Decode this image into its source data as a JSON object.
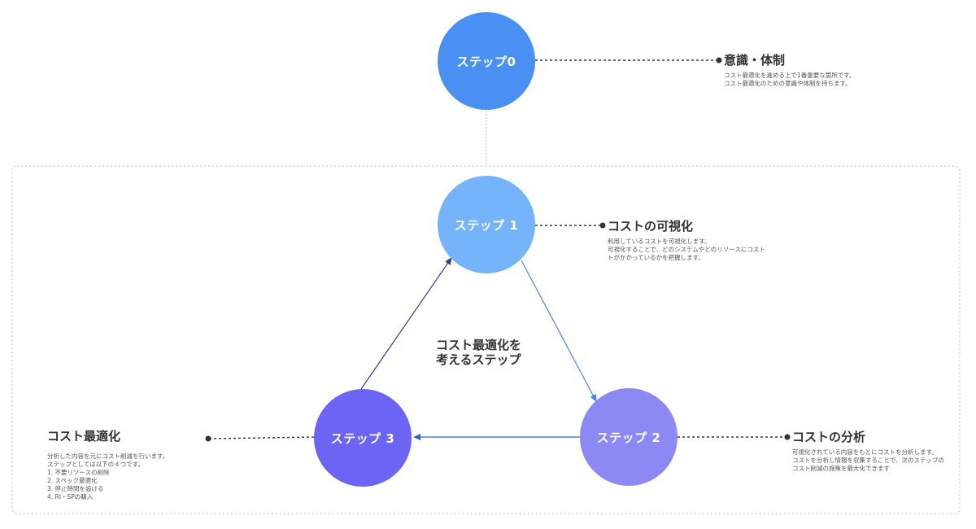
{
  "colors": {
    "step0": "#4A90F2",
    "step1": "#75B4FB",
    "step2": "#8C88F4",
    "step3": "#6B64F5",
    "arrow_right": "#4A84E8",
    "arrow_bottom": "#3662C4",
    "arrow_left": "#3D3790",
    "frame": "#A9CDF1",
    "leader": "#333333"
  },
  "center_label": "コスト最適化を\n考えるステップ",
  "steps": [
    {
      "label": "ステップ0",
      "title": "意識・体制",
      "body": "コスト最適化を進める上で1番重要な箇所です。\nコスト最適化のための意識や体制を持ちます。"
    },
    {
      "label": "ステップ 1",
      "title": "コストの可視化",
      "body": "利用しているコストを可視化します。\n可視化することで、どのシステムやどのリソースにコスト\nトがかかっているかを把握します。"
    },
    {
      "label": "ステップ 2",
      "title": "コストの分析",
      "body": "可視化されている内容をもとにコストを分析します。\nコストを分析し情報を収集することで、次のステップの\nコスト削減の施策を最大化できます"
    },
    {
      "label": "ステップ 3",
      "title": "コスト最適化",
      "body": "分析した内容を元にコスト削減を行います。\nステップとしては以下の４つです。\n1. 不要リソースの削除\n2. スペック最適化\n3. 停止時間を設ける\n4. RI・SPの購入"
    }
  ]
}
